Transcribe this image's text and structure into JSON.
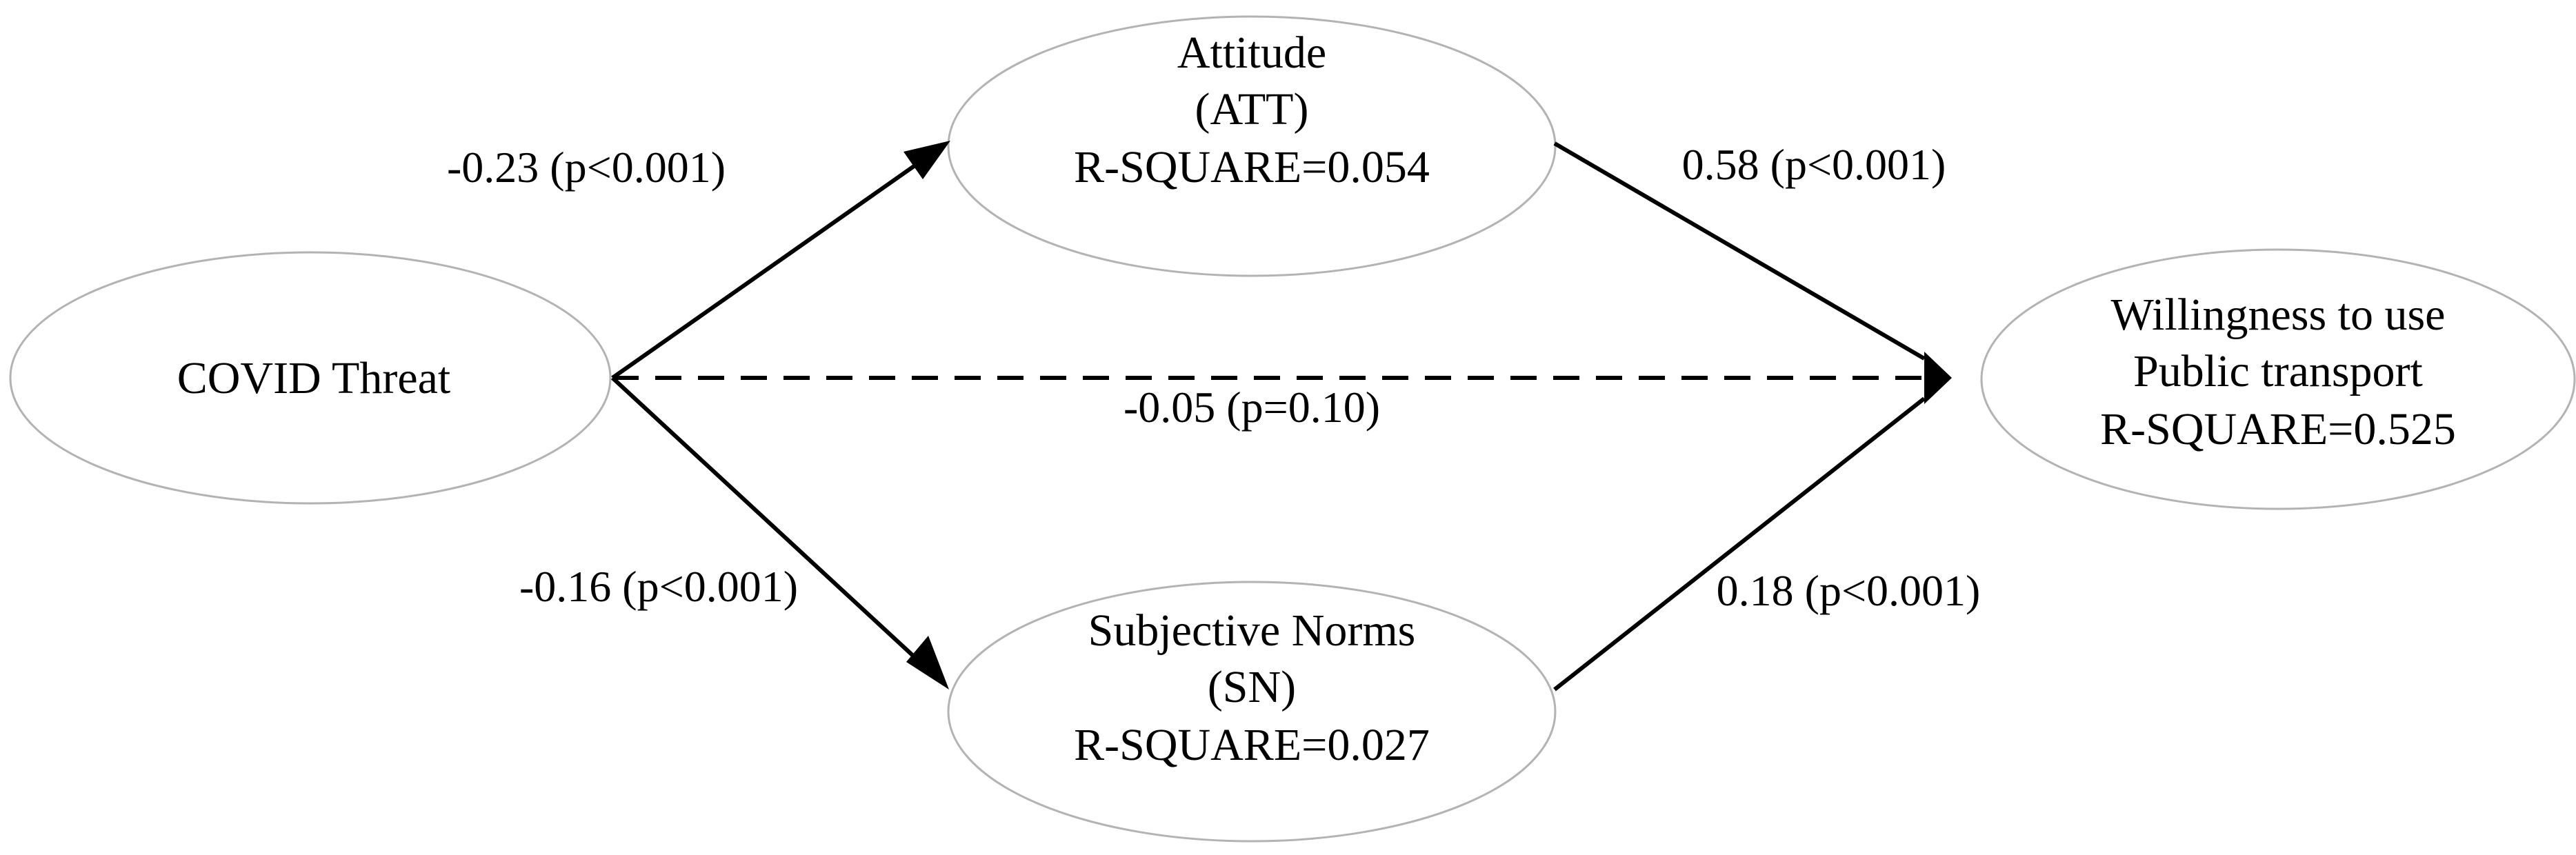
{
  "nodes": {
    "covid": {
      "lines": [
        "COVID Threat"
      ]
    },
    "att": {
      "lines": [
        "Attitude",
        "(ATT)",
        "R-SQUARE=0.054"
      ]
    },
    "sn": {
      "lines": [
        "Subjective Norms",
        "(SN)",
        "R-SQUARE=0.027"
      ]
    },
    "will": {
      "lines": [
        "Willingness to use",
        "Public transport",
        "R-SQUARE=0.525"
      ]
    }
  },
  "edges": {
    "covid_att": {
      "label": "-0.23 (p<0.001)",
      "style": "solid"
    },
    "covid_sn": {
      "label": "-0.16 (p<0.001)",
      "style": "solid"
    },
    "covid_will": {
      "label": "-0.05 (p=0.10)",
      "style": "dashed"
    },
    "att_will": {
      "label": "0.58 (p<0.001)",
      "style": "solid"
    },
    "sn_will": {
      "label": "0.18 (p<0.001)",
      "style": "solid"
    }
  }
}
